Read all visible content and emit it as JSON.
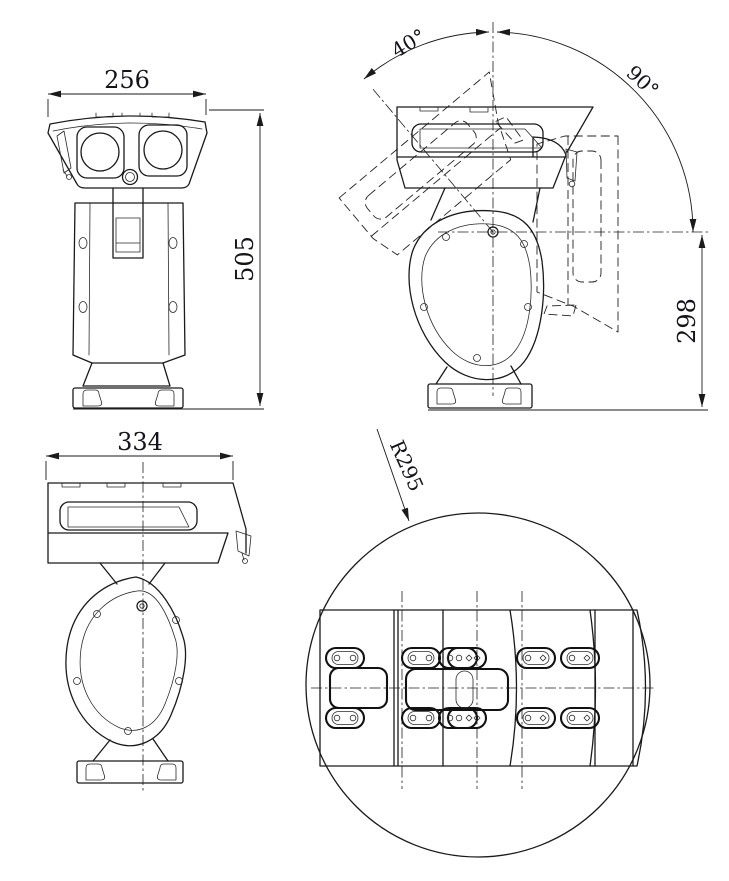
{
  "drawing": {
    "type": "technical-dimension-drawing",
    "subject": "ptz-camera-four-views",
    "colors": {
      "line": "#1a1a1a",
      "background": "#ffffff",
      "text": "#14141c"
    },
    "dimensions": {
      "front_width": "256",
      "front_height": "505",
      "side_length": "334",
      "tilt_up_angle": "40°",
      "tilt_down_angle": "90°",
      "pivot_height": "298",
      "swing_radius": "R295"
    }
  }
}
